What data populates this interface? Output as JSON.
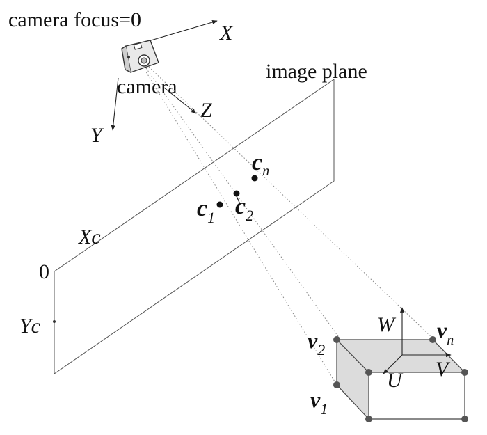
{
  "labels": {
    "camera_focus": "camera focus=0",
    "camera": "camera",
    "image_plane": "image plane",
    "axis_x": "X",
    "axis_y": "Y",
    "axis_z": "Z",
    "axis_xc": "Xc",
    "axis_yc": "Yc",
    "origin": "0",
    "axis_w": "W",
    "axis_u": "U",
    "axis_v": "V"
  },
  "points": {
    "c1": {
      "base": "c",
      "sub": "1"
    },
    "c2": {
      "base": "c",
      "sub": "2"
    },
    "cn": {
      "base": "c",
      "sub": "n"
    },
    "v1": {
      "base": "v",
      "sub": "1"
    },
    "v2": {
      "base": "v",
      "sub": "2"
    },
    "vn": {
      "base": "v",
      "sub": "n"
    }
  }
}
